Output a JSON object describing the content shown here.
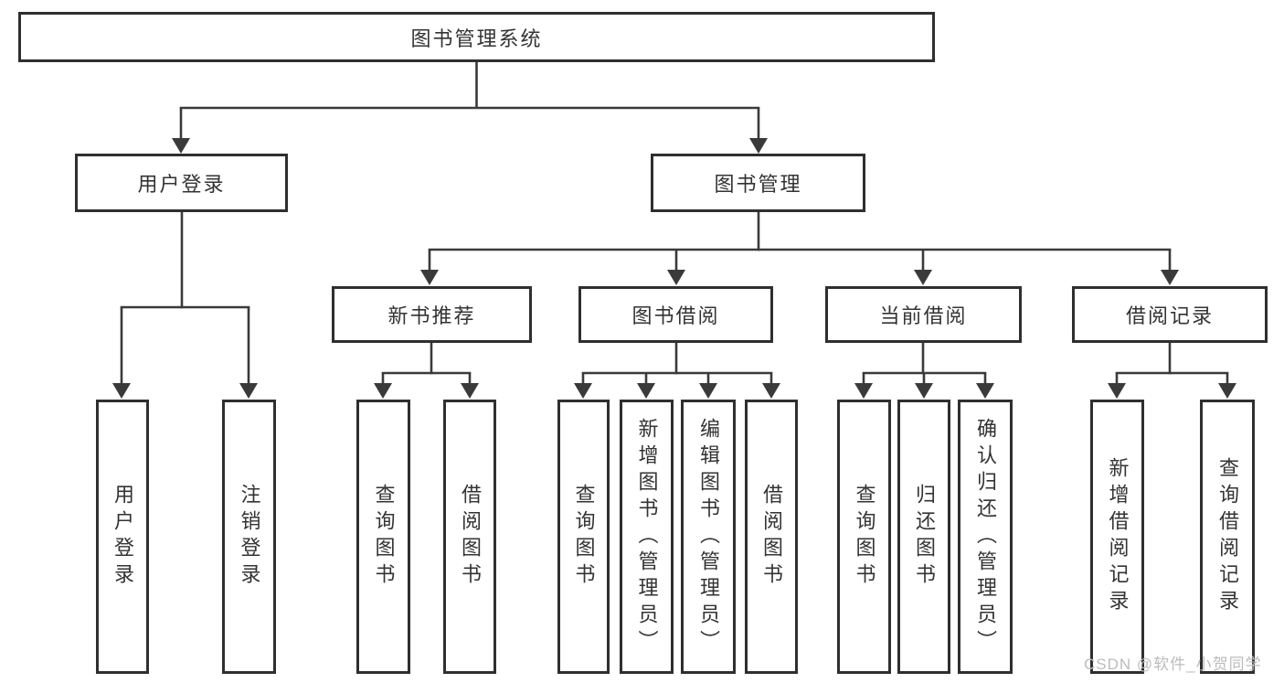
{
  "colors": {
    "line": "#3a3a3a",
    "box_border": "#2f2f2f",
    "text": "#333333",
    "watermark": "#bcbcbc",
    "background": "#ffffff"
  },
  "watermark": {
    "text": "CSDN @软件_小贺同学"
  },
  "tree": {
    "root": {
      "label": "图书管理系统"
    },
    "children": [
      {
        "label": "用户登录",
        "children": [
          {
            "label": "用户登录"
          },
          {
            "label": "注销登录"
          }
        ]
      },
      {
        "label": "图书管理",
        "children": [
          {
            "label": "新书推荐",
            "children": [
              {
                "label": "查询图书"
              },
              {
                "label": "借阅图书"
              }
            ]
          },
          {
            "label": "图书借阅",
            "children": [
              {
                "label": "查询图书"
              },
              {
                "label": "新增图书（管理员）"
              },
              {
                "label": "编辑图书（管理员）"
              },
              {
                "label": "借阅图书"
              }
            ]
          },
          {
            "label": "当前借阅",
            "children": [
              {
                "label": "查询图书"
              },
              {
                "label": "归还图书"
              },
              {
                "label": "确认归还（管理员）"
              }
            ]
          },
          {
            "label": "借阅记录",
            "children": [
              {
                "label": "新增借阅记录"
              },
              {
                "label": "查询借阅记录"
              }
            ]
          }
        ]
      }
    ]
  }
}
